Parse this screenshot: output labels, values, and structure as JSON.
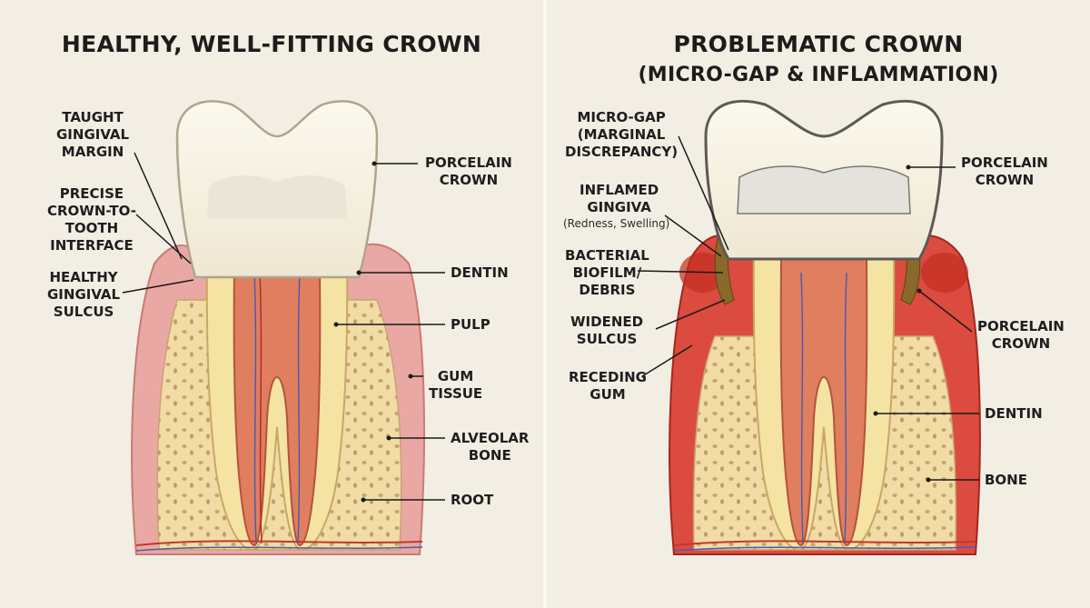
{
  "left": {
    "title": "HEALTHY, WELL-FITTING CROWN",
    "labels": {
      "taught": [
        "TAUGHT",
        "GINGIVAL",
        "MARGIN"
      ],
      "precise": [
        "PRECISE",
        "CROWN-TO-",
        "TOOTH",
        "INTERFACE"
      ],
      "sulcus": [
        "HEALTHY",
        "GINGIVAL",
        "SULCUS"
      ],
      "crown": [
        "PORCELAIN",
        "CROWN"
      ],
      "dentin": "DENTIN",
      "pulp": "PULP",
      "gum": [
        "GUM",
        "TISSUE"
      ],
      "alveolar": [
        "ALVEOLAR",
        "BONE"
      ],
      "root": "ROOT"
    }
  },
  "right": {
    "title_line1": "PROBLEMATIC CROWN",
    "title_line2": "(MICRO-GAP & INFLAMMATION)",
    "labels": {
      "microgap": [
        "MICRO-GAP",
        "(MARGINAL",
        "DISCREPANCY)"
      ],
      "inflamed": [
        "INFLAMED",
        "GINGIVA"
      ],
      "inflamed_sub": "(Redness, Swelling)",
      "biofilm": [
        "BACTERIAL",
        "BIOFILM/",
        "DEBRIS"
      ],
      "widened": [
        "WIDENED",
        "SULCUS"
      ],
      "receding": [
        "RECEDING",
        "GUM"
      ],
      "crown": [
        "PORCELAIN",
        "CROWN"
      ],
      "crown2": [
        "PORCELAIN",
        "CROWN"
      ],
      "dentin": "DENTIN",
      "bone": "BONE"
    }
  },
  "colors": {
    "background": "#f2eee4",
    "gum_healthy": "#eaa8a4",
    "gum_inflamed": "#dc4b3f",
    "bone": "#f1dca6",
    "dentin": "#f5e3a4",
    "pulp": "#e07e60",
    "crown": "#f8f4e8"
  }
}
